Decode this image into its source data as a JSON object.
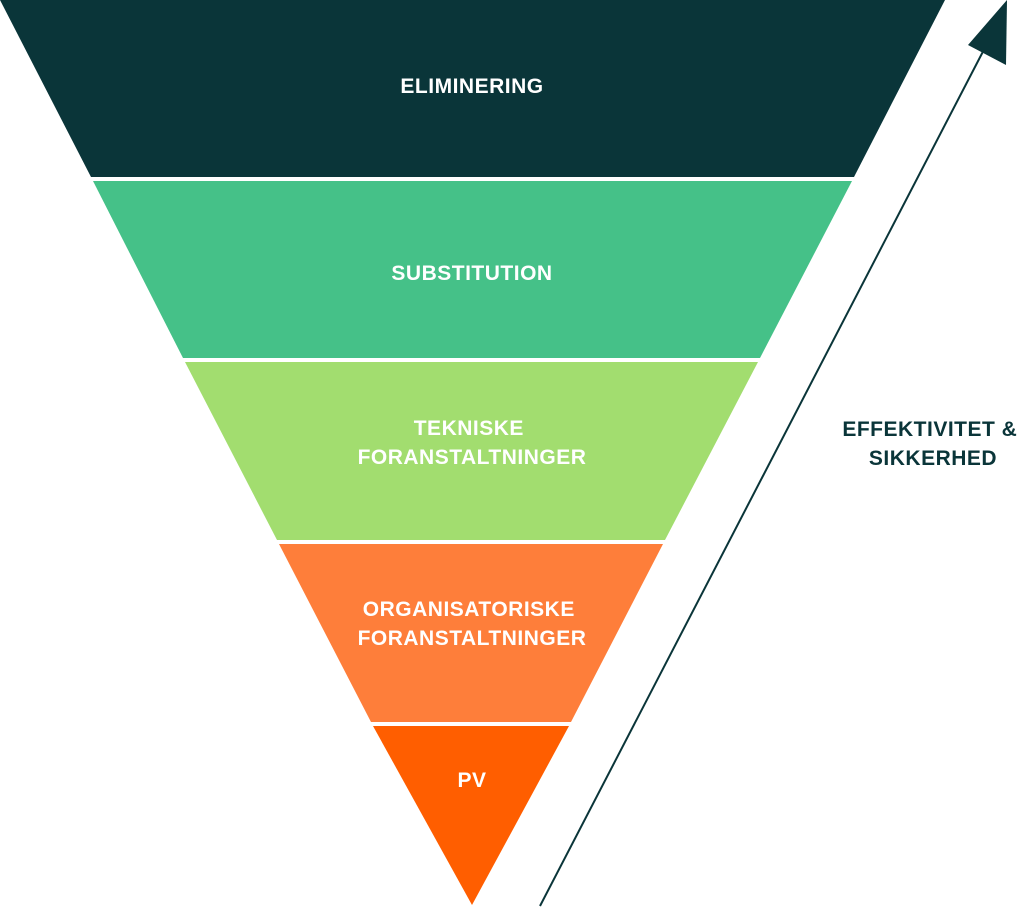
{
  "levels": [
    {
      "label_lines": [
        "ELIMINERING"
      ],
      "color": "#0a3539"
    },
    {
      "label_lines": [
        "SUBSTITUTION"
      ],
      "color": "#45c188"
    },
    {
      "label_lines": [
        "TEKNISKE",
        "FORANSTALTNINGER"
      ],
      "color": "#a2dd6f"
    },
    {
      "label_lines": [
        "ORGANISATORISKE",
        "FORANSTALTNINGER"
      ],
      "color": "#fe7e3a"
    },
    {
      "label_lines": [
        "PV"
      ],
      "color": "#ff5e00"
    }
  ],
  "arrow": {
    "label_lines": [
      "EFFEKTIVITET &",
      "SIKKERHED"
    ],
    "color": "#0a3539"
  },
  "separator_color": "#ffffff"
}
